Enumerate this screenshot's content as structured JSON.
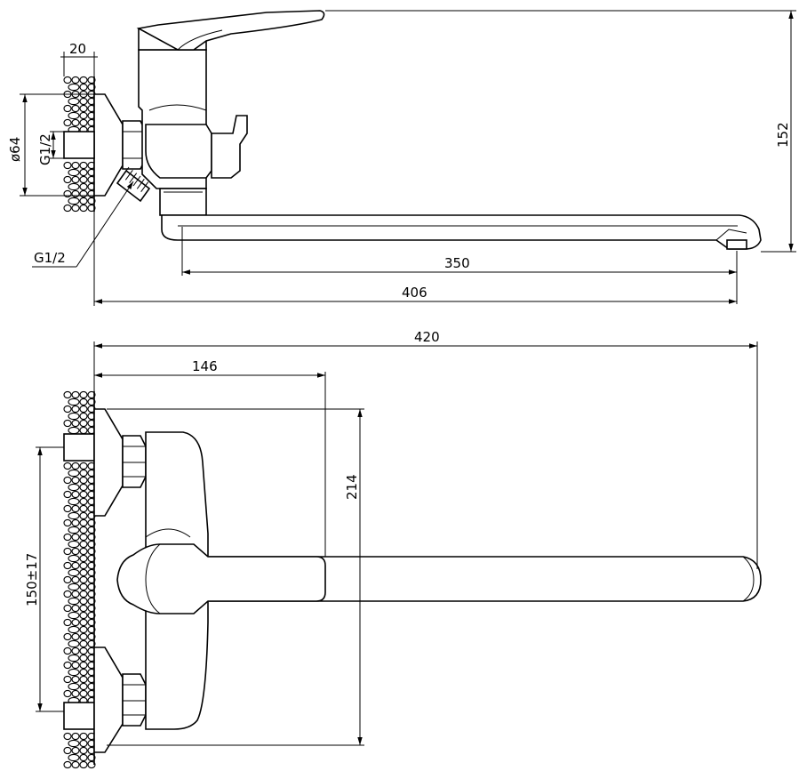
{
  "dimensions": {
    "wall_thickness": "20",
    "flange_diameter": "ø64",
    "thread_inlet": "G1/2",
    "thread_outlet": "G1/2",
    "height": "152",
    "spout_reach": "350",
    "total_reach_side": "406",
    "total_reach_top": "420",
    "lever_offset": "146",
    "body_height": "214",
    "inlet_spacing": "150±17"
  },
  "colors": {
    "line": "#000000",
    "background": "#ffffff"
  }
}
